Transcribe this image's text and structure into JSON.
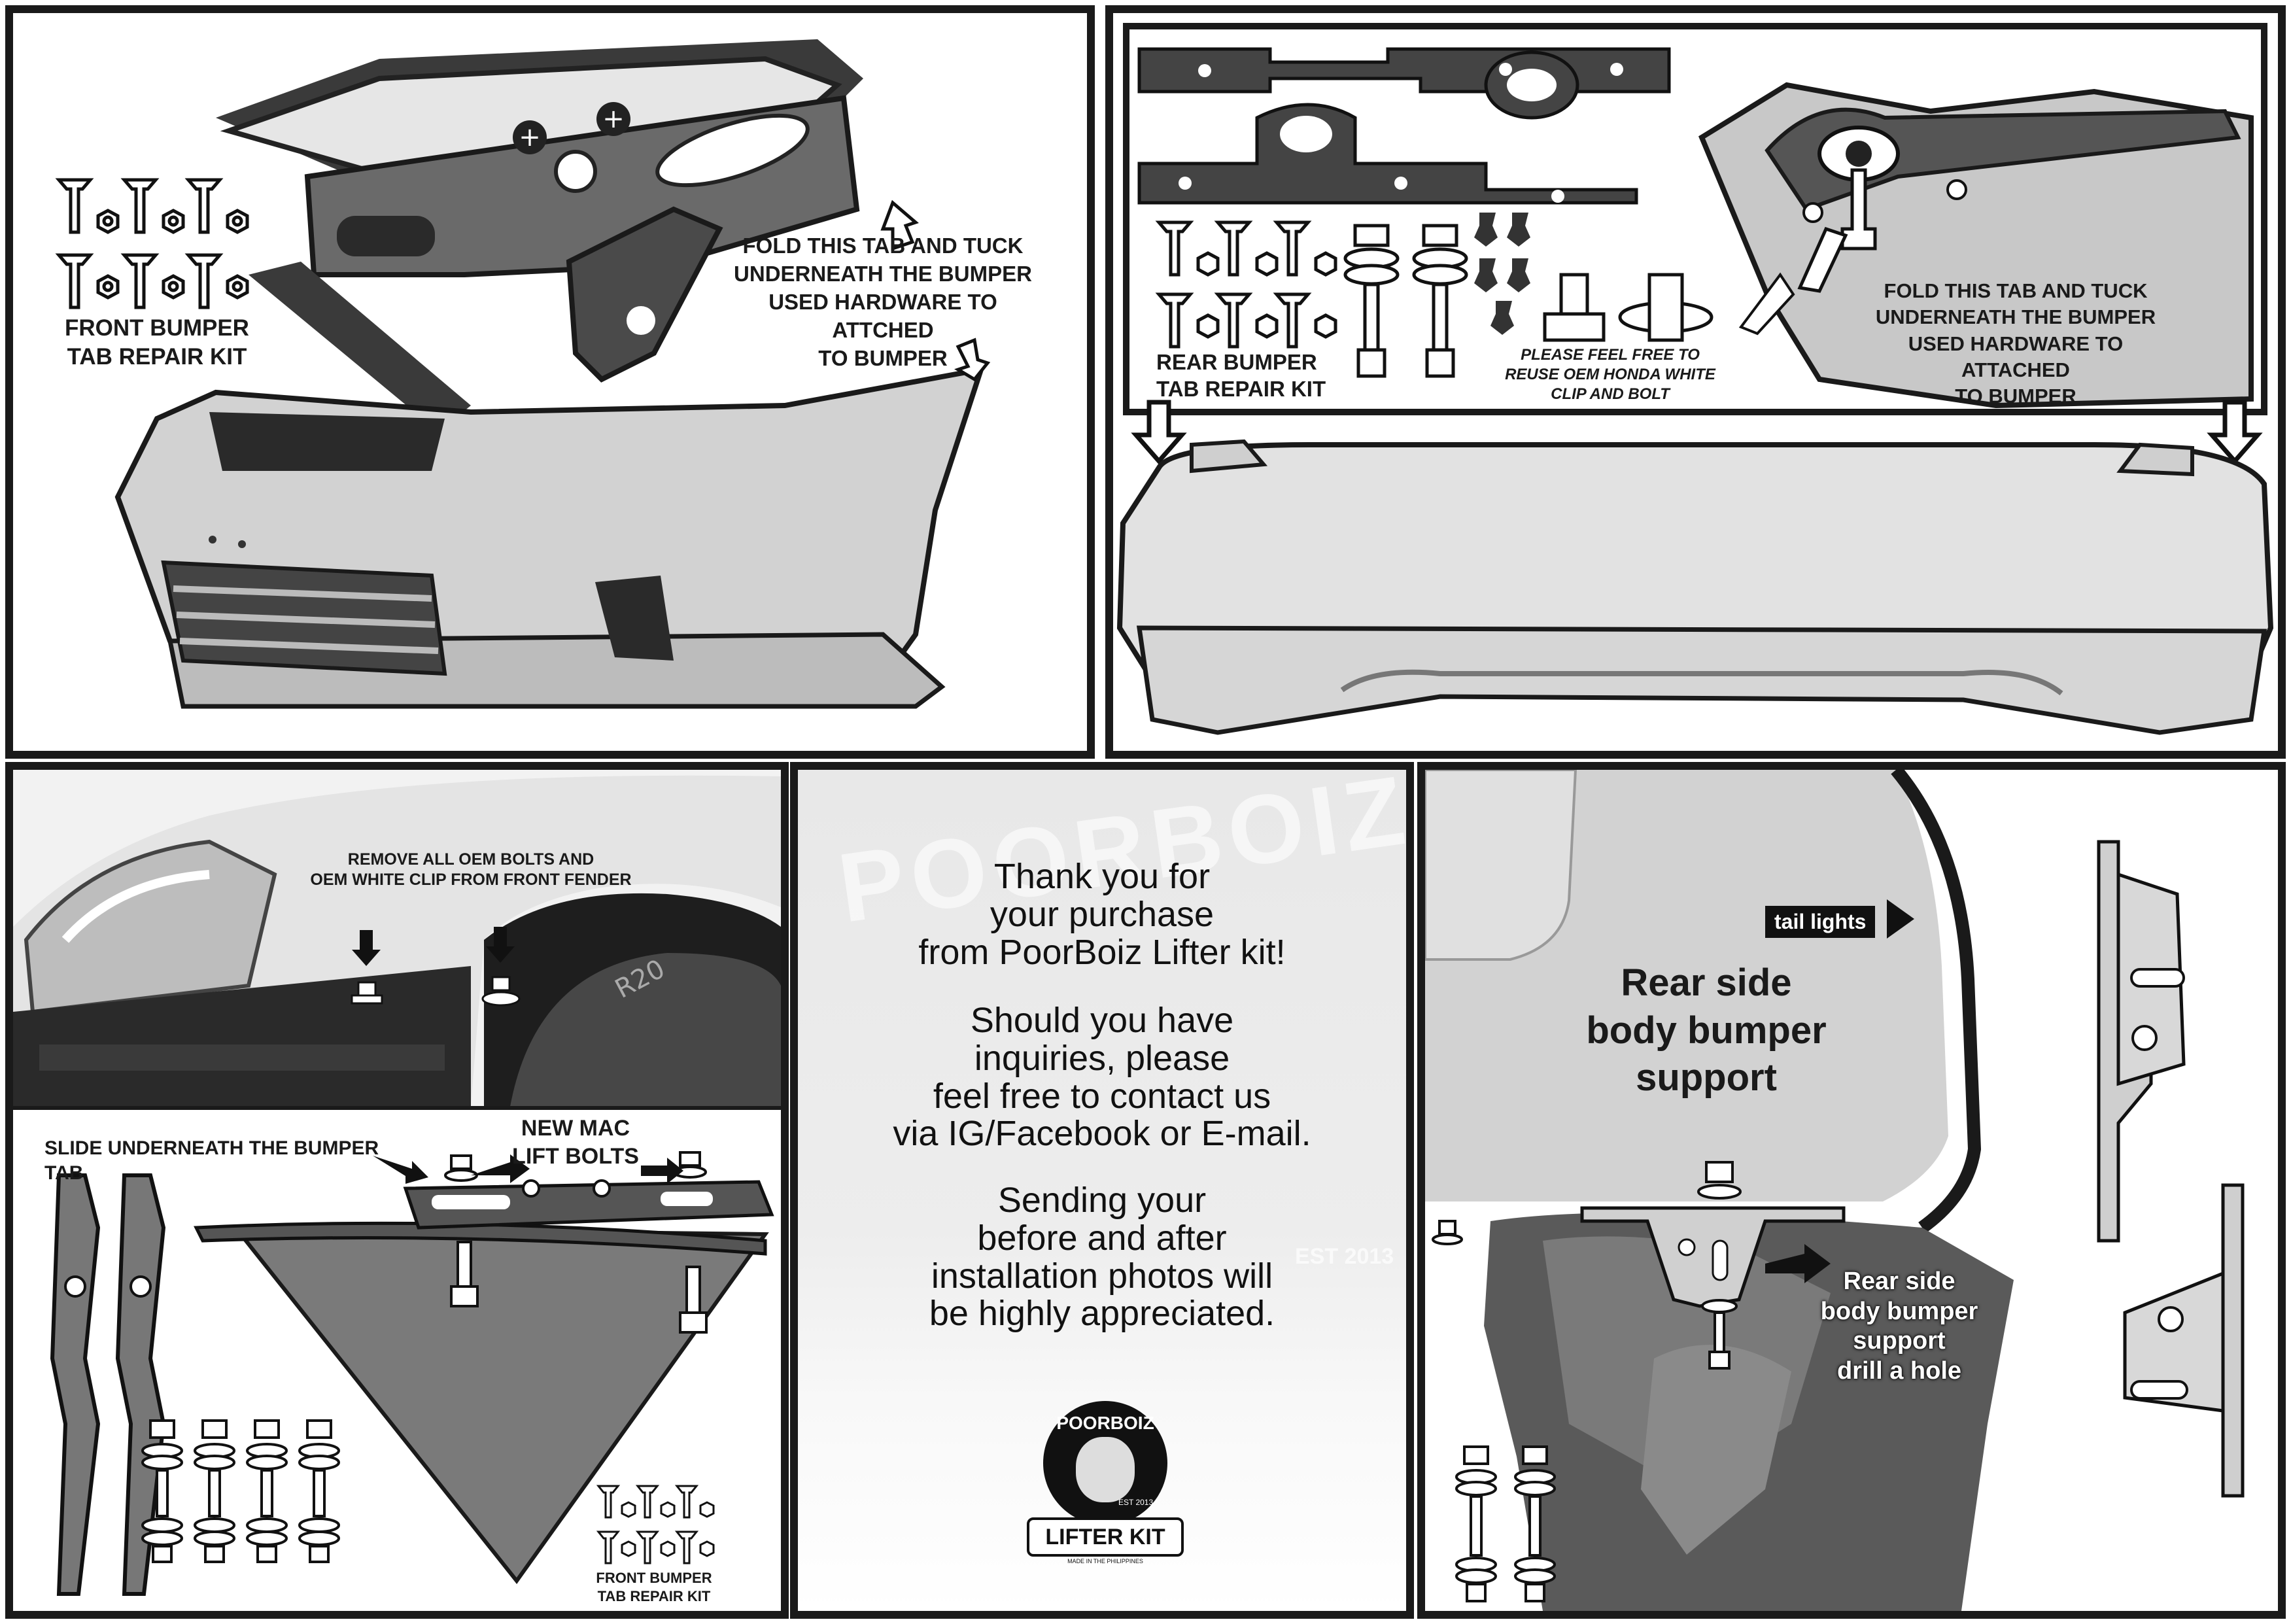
{
  "panel1": {
    "kit_label": "FRONT BUMPER\nTAB REPAIR KIT",
    "instruction": "FOLD THIS TAB AND TUCK\nUNDERNEATH THE BUMPER\nUSED HARDWARE TO ATTCHED\nTO BUMPER"
  },
  "panel2": {
    "kit_label": "REAR BUMPER\nTAB REPAIR KIT",
    "reuse_note": "PLEASE FEEL FREE TO\nREUSE OEM HONDA  WHITE\nCLIP AND BOLT",
    "instruction": "FOLD THIS TAB AND TUCK\nUNDERNEATH THE BUMPER\nUSED HARDWARE TO ATTACHED\nTO BUMPER"
  },
  "panel3": {
    "remove_note": "REMOVE ALL OEM BOLTS AND\nOEM WHITE CLIP FROM FRONT FENDER",
    "slide_note": "SLIDE UNDERNEATH THE BUMPER TAB",
    "bolts_note": "NEW MAC\nLIFT BOLTS",
    "kit_label": "FRONT BUMPER\nTAB REPAIR KIT",
    "tire_text": "R20"
  },
  "panel4": {
    "thanks": "Thank you for\nyour purchase\nfrom PoorBoiz Lifter kit!",
    "inquiries": "Should you have\ninquiries, please\nfeel free to contact us\nvia IG/Facebook or E-mail.",
    "photos": "Sending your\nbefore and after\ninstallation photos will\nbe highly appreciated.",
    "watermark": "POORBOIZ",
    "watermark_year": "EST 2013",
    "logo_top": "POORBOIZ",
    "logo_bottom": "LIFTER KIT",
    "logo_est": "EST 2013",
    "logo_made": "MADE IN THE PHILIPPINES"
  },
  "panel5": {
    "tail_lights": "tail lights",
    "title": "Rear side\nbody bumper\nsupport",
    "drill_note": "Rear side\nbody bumper\nsupport\ndrill a hole"
  },
  "colors": {
    "border": "#1a1a1a",
    "bracket": "#555555",
    "bumper": "#d4d4d4",
    "dark_gray": "#3c3c3c"
  }
}
